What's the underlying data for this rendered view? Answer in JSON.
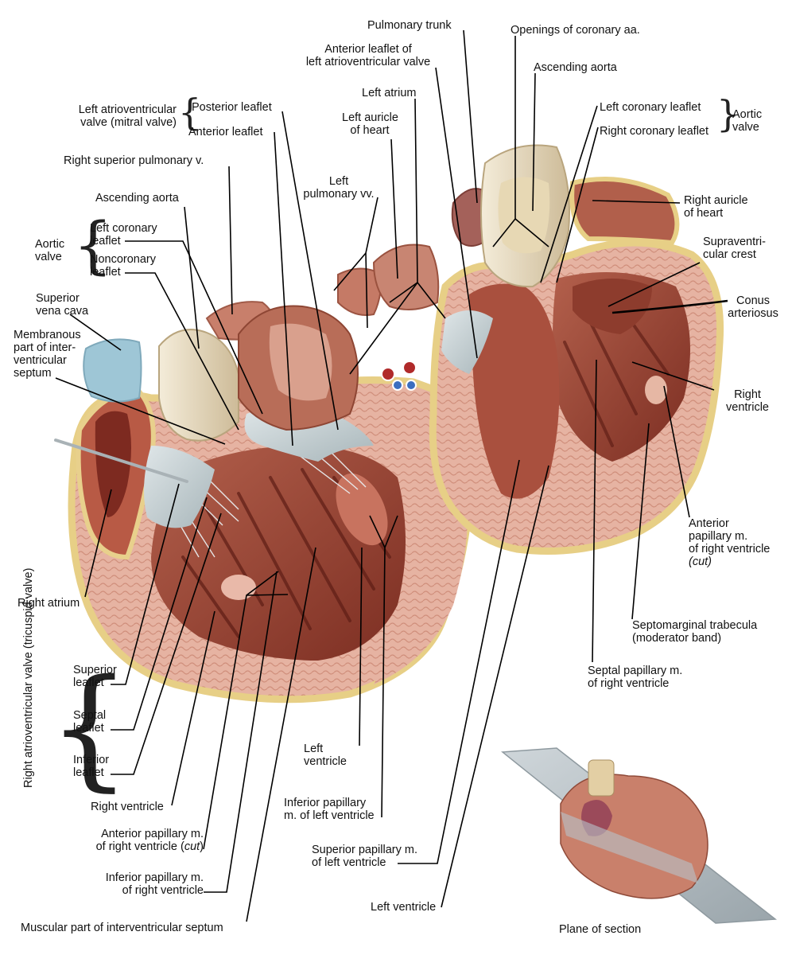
{
  "labels": {
    "pulmonary_trunk": "Pulmonary trunk",
    "openings_coronary": "Openings of coronary aa.",
    "ant_leaflet_lav_1": "Anterior leaflet of",
    "ant_leaflet_lav_2": "left atrioventricular valve",
    "ascending_aorta_top": "Ascending aorta",
    "left_atrium": "Left atrium",
    "left_av_valve_1": "Left atrioventricular",
    "left_av_valve_2": "valve (mitral valve)",
    "posterior_leaflet": "Posterior leaflet",
    "anterior_leaflet": "Anterior leaflet",
    "left_auricle_1": "Left auricle",
    "left_auricle_2": "of heart",
    "left_coronary_leaflet_r": "Left coronary leaflet",
    "right_coronary_leaflet_r": "Right coronary leaflet",
    "aortic_valve_r_1": "Aortic",
    "aortic_valve_r_2": "valve",
    "right_sup_pulm": "Right superior pulmonary v.",
    "left_pulm_1": "Left",
    "left_pulm_2": "pulmonary vv.",
    "ascending_aorta_left": "Ascending aorta",
    "right_auricle_1": "Right auricle",
    "right_auricle_2": "of heart",
    "aortic_valve_l_1": "Aortic",
    "aortic_valve_l_2": "valve",
    "left_coronary_leaflet_l_1": "Left coronary",
    "left_coronary_leaflet_l_2": "leaflet",
    "noncoronary_1": "Noncoronary",
    "noncoronary_2": "leaflet",
    "supraventricular_1": "Supraventri-",
    "supraventricular_2": "cular crest",
    "conus_1": "Conus",
    "conus_2": "arteriosus",
    "svc_1": "Superior",
    "svc_2": "vena cava",
    "membranous_1": "Membranous",
    "membranous_2": "part of inter-",
    "membranous_3": "ventricular",
    "membranous_4": "septum",
    "right_ventricle_r_1": "Right",
    "right_ventricle_r_2": "ventricle",
    "ant_pap_rv_r_1": "Anterior",
    "ant_pap_rv_r_2": "papillary m.",
    "ant_pap_rv_r_3": "of right ventricle",
    "ant_pap_rv_r_4": "(cut)",
    "right_atrium": "Right atrium",
    "septomarginal_1": "Septomarginal trabecula",
    "septomarginal_2": "(moderator band)",
    "tricuspid_rot": "Right atrioventricular valve (tricuspid valve)",
    "superior_leaflet_1": "Superior",
    "superior_leaflet_2": "leaflet",
    "septal_leaflet_1": "Septal",
    "septal_leaflet_2": "leaflet",
    "inferior_leaflet_1": "Inferior",
    "inferior_leaflet_2": "leaflet",
    "septal_pap_1": "Septal papillary m.",
    "septal_pap_2": "of right ventricle",
    "left_ventricle_mid_1": "Left",
    "left_ventricle_mid_2": "ventricle",
    "right_ventricle_bl": "Right ventricle",
    "inf_pap_lv_1": "Inferior papillary",
    "inf_pap_lv_2": "m. of left ventricle",
    "ant_pap_rv_l_1": "Anterior papillary m.",
    "ant_pap_rv_l_2a": "of right ventricle (",
    "ant_pap_rv_l_2b": "cut",
    "ant_pap_rv_l_2c": ")",
    "sup_pap_lv_1": "Superior papillary m.",
    "sup_pap_lv_2": "of left ventricle",
    "inf_pap_rv_1": "Inferior papillary m.",
    "inf_pap_rv_2": "of right ventricle",
    "left_ventricle_bottom": "Left ventricle",
    "muscular_septum": "Muscular part of interventricular septum",
    "plane_of_section": "Plane of section"
  },
  "colors": {
    "myocardium": "#dca08e",
    "myocardium_dark": "#a8503c",
    "epicardium_fat": "#f0d58a",
    "valve_tissue": "#c9d3d6",
    "aorta_wall": "#e9dcc0",
    "vena_cava": "#9ec6d6",
    "plane": "#b9c2c8"
  }
}
